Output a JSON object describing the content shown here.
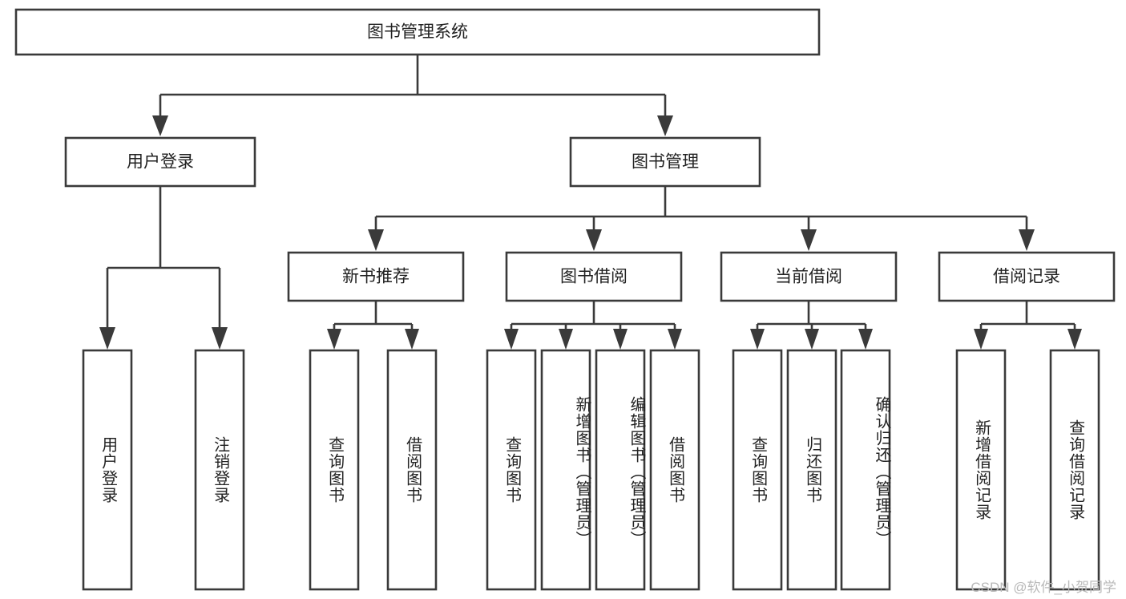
{
  "diagram": {
    "type": "tree-hierarchy",
    "title": "图书管理系统",
    "watermark": "CSDN @软件_小贺同学",
    "colors": {
      "stroke": "#3a3a3a",
      "fill": "#ffffff",
      "text": "#222222",
      "watermark": "#b9b9b9",
      "background": "#ffffff"
    },
    "root": {
      "label": "图书管理系统"
    },
    "level2": [
      {
        "label": "用户登录"
      },
      {
        "label": "图书管理"
      }
    ],
    "level3": [
      {
        "label": "新书推荐"
      },
      {
        "label": "图书借阅"
      },
      {
        "label": "当前借阅"
      },
      {
        "label": "借阅记录"
      }
    ],
    "leaves": {
      "user_login": [
        {
          "label": "用户登录"
        },
        {
          "label": "注销登录"
        }
      ],
      "new_book_recommend": [
        {
          "label": "查询图书"
        },
        {
          "label": "借阅图书"
        }
      ],
      "book_borrow": [
        {
          "label": "查询图书"
        },
        {
          "label": "新增图书（管理员）"
        },
        {
          "label": "编辑图书（管理员）"
        },
        {
          "label": "借阅图书"
        }
      ],
      "current_borrow": [
        {
          "label": "查询图书"
        },
        {
          "label": "归还图书"
        },
        {
          "label": "确认归还（管理员）"
        }
      ],
      "borrow_records": [
        {
          "label": "新增借阅记录"
        },
        {
          "label": "查询借阅记录"
        }
      ]
    }
  }
}
